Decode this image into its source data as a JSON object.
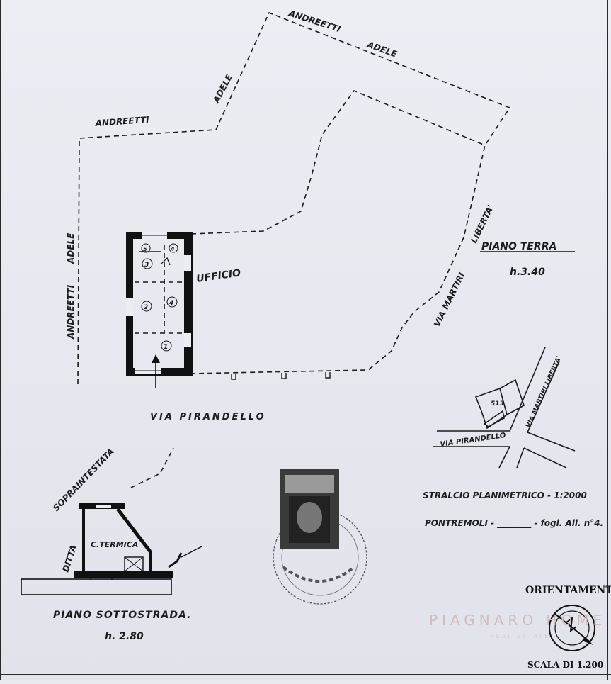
{
  "colors": {
    "paper": "#e9eaf0",
    "ink": "#1a1a1a",
    "watermark": "#cfbcbc"
  },
  "neighbors": {
    "top_1": "ANDREETTI",
    "top_2": "ADELE",
    "diag_1": "ADELE",
    "left_name_1": "ANDREETTI",
    "left_name_2": "ADELE",
    "west_1": "ANDREETTI",
    "west_2": "ADELE"
  },
  "streets": {
    "bottom": "VIA     PIRANDELLO",
    "right_1": "VIA MARTIRI",
    "right_2": "LIBERTA'"
  },
  "ground_floor": {
    "title": "PIANO TERRA",
    "height": "h.3.40",
    "room_label": "UFFICIO",
    "rooms": [
      "1",
      "2",
      "3",
      "4",
      "5"
    ]
  },
  "map_inset": {
    "parcel": "513",
    "street_1": "VIA PIRANDELLO",
    "street_2": "VIA MARTIRI LIBERTA'"
  },
  "stralcio": {
    "line_1": "STRALCIO PLANIMETRICO -  1:2000",
    "line_2": "PONTREMOLI -  ________ - fogl. All. n°4."
  },
  "basement": {
    "title": "PIANO SOTTOSTRADA.",
    "height": "h. 2.80",
    "label_1": "SOPRAINTESTATA",
    "label_2": "DITTA",
    "room_label": "C.TERMICA"
  },
  "orientation": {
    "label": "ORIENTAMENT",
    "scale": "SCALA DI 1.200"
  },
  "watermark": {
    "brand": "PIAGNARO  HOME",
    "sub": "REAL ESTATE"
  }
}
